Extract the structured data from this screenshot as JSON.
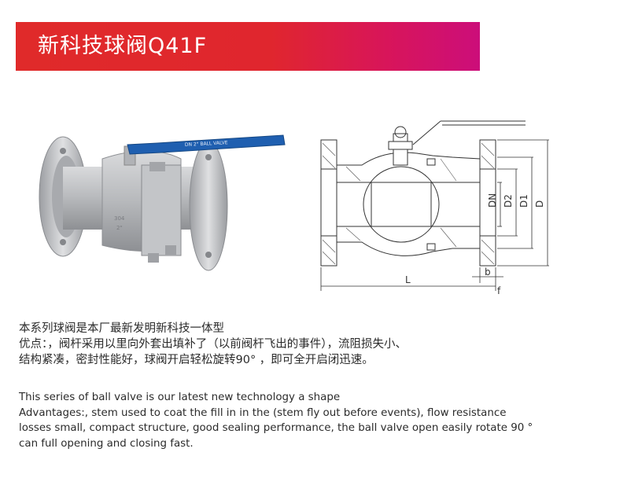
{
  "header": {
    "title": "新科技球阀Q41F"
  },
  "photo": {
    "handle_text": "DN 2\" BALL VALVE",
    "body_marking_1": "304",
    "body_marking_2": "2\""
  },
  "drawing": {
    "labels": {
      "DN": "DN",
      "D2": "D2",
      "D1": "D1",
      "D": "D",
      "L": "L",
      "b": "b",
      "f": "f"
    }
  },
  "description_cn": {
    "line1": "本系列球阀是本厂最新发明新科技一体型",
    "line2": "优点：，阀杆采用以里向外套出填补了（以前阀杆飞出的事件），流阻损失小、",
    "line3": "结构紧凑，密封性能好，球阀开启轻松旋转90°  ，即可全开启闭迅速。"
  },
  "description_en": {
    "line1": "This series of ball valve is our latest new technology a shape",
    "line2": "Advantages:, stem used to coat the fill in in the (stem fly out before events), flow resistance",
    "line3": "losses small, compact structure, good sealing performance, the ball valve open easily rotate 90 °",
    "line4": "can full opening and closing fast."
  },
  "colors": {
    "banner_start": "#e02a2a",
    "banner_end": "#cc0e7a",
    "handle_blue": "#1f5fb0"
  }
}
